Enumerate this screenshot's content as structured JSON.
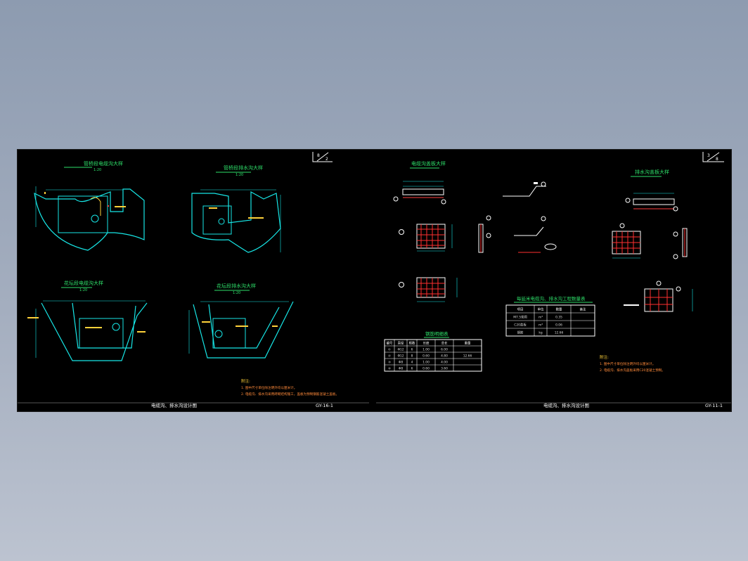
{
  "sheet_left": {
    "title": "电缆沟、排水沟设计图",
    "code": "GY-16-1",
    "corner_top": "8",
    "corner_bottom": "2",
    "views": {
      "tl": {
        "title": "管桥段电缆沟大样",
        "scale": "1:20"
      },
      "tr": {
        "title": "管桥段排水沟大样",
        "scale": "1:20"
      },
      "bl": {
        "title": "花坛段电缆沟大样",
        "scale": "1:20"
      },
      "br": {
        "title": "花坛段排水沟大样",
        "scale": "1:20"
      }
    },
    "notes": {
      "heading": "附注:",
      "lines": [
        "1. 图中尺寸单位除注明外均以厘米计。",
        "2. 电缆沟、排水沟采用砖砌结构施工，盖板为预制钢筋混凝土盖板。"
      ]
    }
  },
  "sheet_right": {
    "title": "电缆沟、排水沟设计图",
    "code": "GY-11-1",
    "corner_top": "3",
    "corner_bottom": "8",
    "views": {
      "cover_top": {
        "title": "电缆沟盖板大样"
      },
      "cover_side": {
        "title": "排水沟盖板大样"
      }
    },
    "rebar_table": {
      "title": "钢筋明细表",
      "headers": [
        "编号",
        "直径",
        "根数",
        "长度",
        "总长",
        "重量"
      ],
      "rows": [
        [
          "①",
          "Φ12",
          "6",
          "1.00",
          "6.00",
          ""
        ],
        [
          "②",
          "Φ12",
          "8",
          "0.60",
          "4.80",
          "12.66"
        ],
        [
          "③",
          "Φ8",
          "4",
          "1.00",
          "4.00",
          ""
        ],
        [
          "④",
          "Φ8",
          "6",
          "0.60",
          "3.60",
          ""
        ]
      ]
    },
    "qty_table": {
      "title": "每延米电缆沟、排水沟工程数量表",
      "headers": [
        "项目",
        "单位",
        "数量",
        "备注"
      ],
      "rows": [
        [
          "M7.5浆砌",
          "m³",
          "0.35",
          ""
        ],
        [
          "C20盖板",
          "m³",
          "0.06",
          ""
        ],
        [
          "钢筋",
          "kg",
          "12.66",
          ""
        ]
      ]
    },
    "notes": {
      "heading": "附注:",
      "lines": [
        "1. 图中尺寸单位除注明外均以厘米计。",
        "2. 电缆沟、排水沟盖板采用C20混凝土预制。"
      ]
    }
  }
}
